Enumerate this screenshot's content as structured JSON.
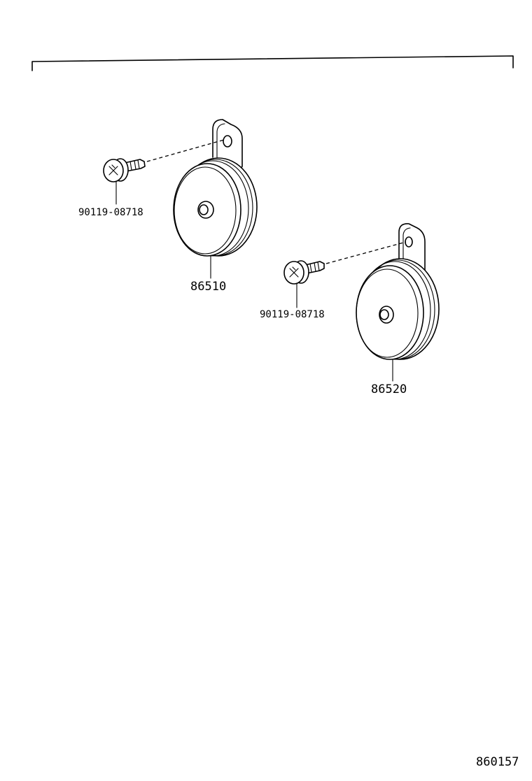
{
  "callouts": {
    "bolt_left": "90119-08718",
    "horn_left": "86510",
    "bolt_right": "90119-08718",
    "horn_right": "86520"
  },
  "figure_code": "860157"
}
